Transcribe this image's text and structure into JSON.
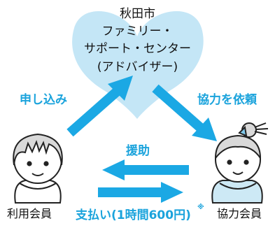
{
  "center": {
    "lines": [
      "秋田市",
      "ファミリー・",
      "サポート・センター",
      "(アドバイザー)"
    ]
  },
  "labels": {
    "apply": "申し込み",
    "request": "協力を依頼",
    "support": "援助",
    "payment": "支払い(1時間600円)",
    "payment_mark": "※"
  },
  "members": {
    "user": "利用会員",
    "cooperator": "協力会員"
  },
  "colors": {
    "heart": "#c4e6f6",
    "arrow": "#1ba8e4",
    "label": "#1aa3dc"
  }
}
